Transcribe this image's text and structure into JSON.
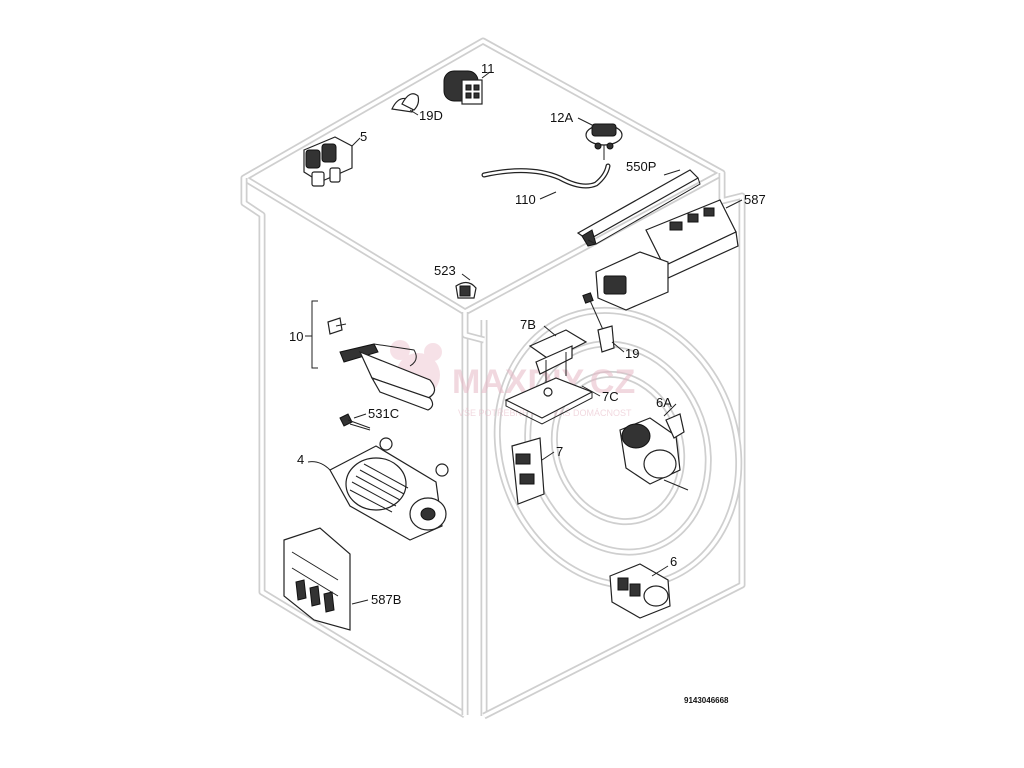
{
  "diagram": {
    "doc_number": "9143046668",
    "watermark": {
      "brand": "MAXDIY.CZ",
      "tagline": "VŠE POTŘEBNÉ PRO VÁŠ DOMÁCNOST"
    },
    "parts": [
      {
        "key": "p11",
        "label": "11",
        "icon": "capacitor-icon"
      },
      {
        "key": "p19d",
        "label": "19D",
        "icon": "clip-icon"
      },
      {
        "key": "p5",
        "label": "5",
        "icon": "inlet-valve-icon"
      },
      {
        "key": "p12a",
        "label": "12A",
        "icon": "pressure-switch-icon"
      },
      {
        "key": "p550p",
        "label": "550P",
        "icon": "control-panel-strip-icon"
      },
      {
        "key": "p110",
        "label": "110",
        "icon": "hose-icon"
      },
      {
        "key": "p587",
        "label": "587",
        "icon": "control-board-icon"
      },
      {
        "key": "p523",
        "label": "523",
        "icon": "connector-icon"
      },
      {
        "key": "p10",
        "label": "10",
        "icon": "heater-kit-icon"
      },
      {
        "key": "p7b",
        "label": "7B",
        "icon": "bracket-icon"
      },
      {
        "key": "p19",
        "label": "19",
        "icon": "sensor-icon"
      },
      {
        "key": "p7c",
        "label": "7C",
        "icon": "plate-icon"
      },
      {
        "key": "p531c",
        "label": "531C",
        "icon": "screw-icon"
      },
      {
        "key": "p6a",
        "label": "6A",
        "icon": "drain-pump-icon"
      },
      {
        "key": "p7",
        "label": "7",
        "icon": "door-lock-icon"
      },
      {
        "key": "p4",
        "label": "4",
        "icon": "motor-icon"
      },
      {
        "key": "p6",
        "label": "6",
        "icon": "pump-icon"
      },
      {
        "key": "p587b",
        "label": "587B",
        "icon": "module-board-icon"
      }
    ]
  }
}
